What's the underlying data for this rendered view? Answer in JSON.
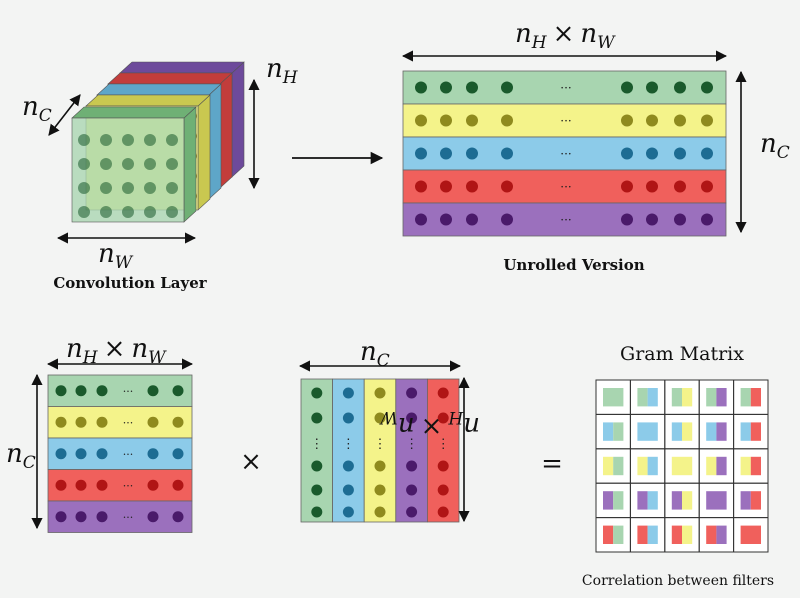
{
  "colors": {
    "green": "#a8d5b0",
    "yellow": "#f4f38a",
    "blue": "#8ccbe9",
    "red": "#f0605c",
    "purple": "#9b70bd",
    "green_dot": "#1a5a2c",
    "yellow_dot": "#8f8a1e",
    "blue_dot": "#1d6c93",
    "red_dot": "#b01515",
    "purple_dot": "#4a1a6a"
  },
  "symbols": {
    "n": "n",
    "sub_c": "C",
    "sub_h": "H",
    "sub_w": "W",
    "times": "×",
    "ellipsis": "···",
    "vdots": "⋮",
    "multiply": "×",
    "equals": "="
  },
  "labels": {
    "convolution_layer": "Convolution Layer",
    "unrolled_version": "Unrolled Version",
    "gram_matrix": "Gram Matrix",
    "correlation": "Correlation between filters"
  },
  "gram": {
    "channels": [
      "green",
      "blue",
      "yellow",
      "purple",
      "red"
    ]
  }
}
